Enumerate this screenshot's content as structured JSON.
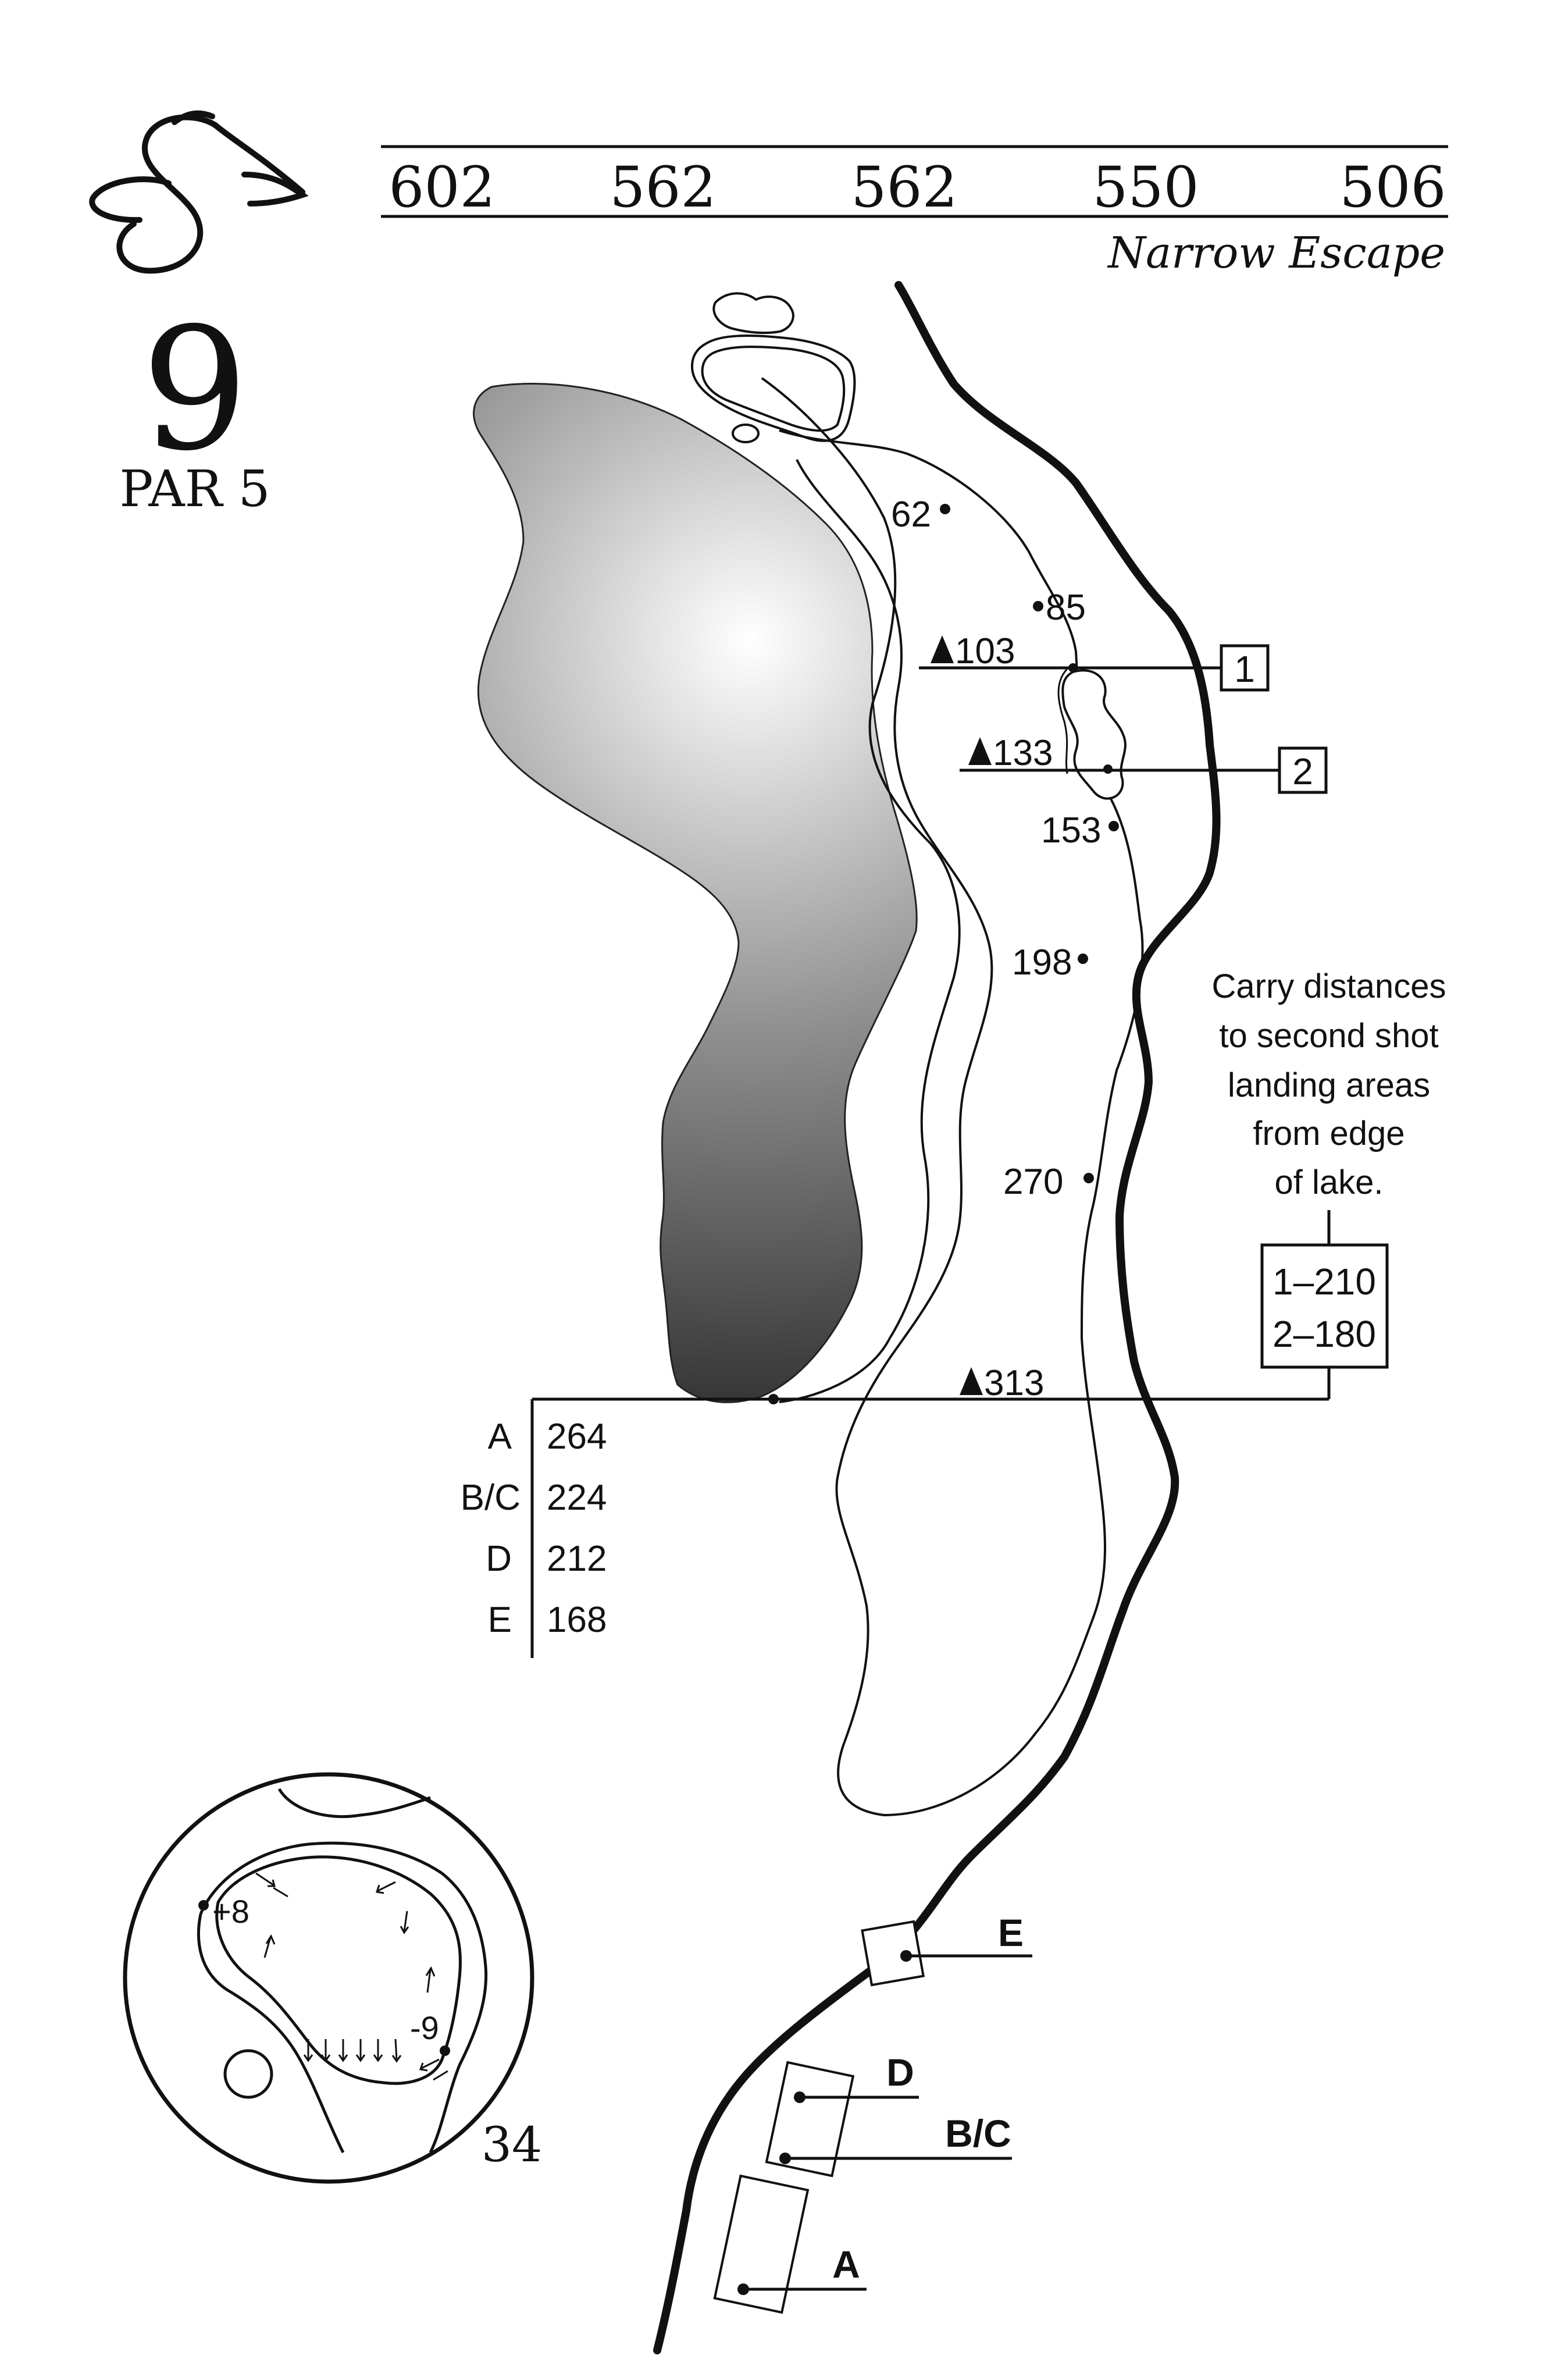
{
  "hole": {
    "number": "9",
    "par": "PAR 5",
    "name": "Narrow Escape",
    "page_number": "34"
  },
  "tee_yardages": [
    "602",
    "562",
    "562",
    "550",
    "506"
  ],
  "fairway_markers": [
    "62",
    "85",
    "153",
    "198",
    "270"
  ],
  "hazard_carries": [
    "103",
    "133",
    "313"
  ],
  "callouts": [
    "1",
    "2"
  ],
  "tee_table": {
    "tees": [
      "A",
      "B/C",
      "D",
      "E"
    ],
    "carries": [
      "264",
      "224",
      "212",
      "168"
    ]
  },
  "note": {
    "lines": [
      "Carry distances",
      "to second shot",
      "landing areas",
      "from edge",
      "of lake."
    ],
    "box_lines": [
      "1–210",
      "2–180"
    ]
  },
  "tee_labels": [
    "E",
    "D",
    "B/C",
    "A"
  ],
  "green_labels": [
    "+8",
    "-9"
  ]
}
